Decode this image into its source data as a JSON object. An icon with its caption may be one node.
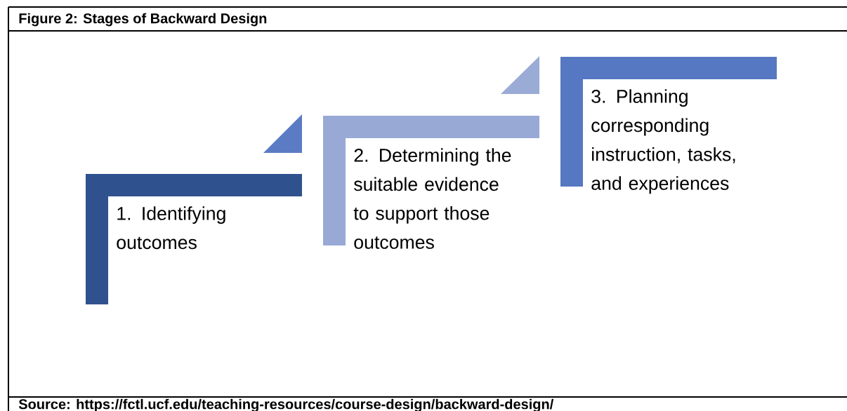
{
  "diagram": {
    "title": "Figure 2: Stages of Backward Design",
    "nodes": [
      {
        "text": [
          "1. Identifying outcomes"
        ]
      },
      {
        "text": [
          "2. Determining the suitable evidence to support those outcomes"
        ]
      },
      {
        "text": [
          "3. Planning corresponding instruction, tasks, and experiences"
        ]
      }
    ],
    "caption": "Source: https://fctl.ucf.edu/teaching-resources/course-design/backward-design/"
  }
}
